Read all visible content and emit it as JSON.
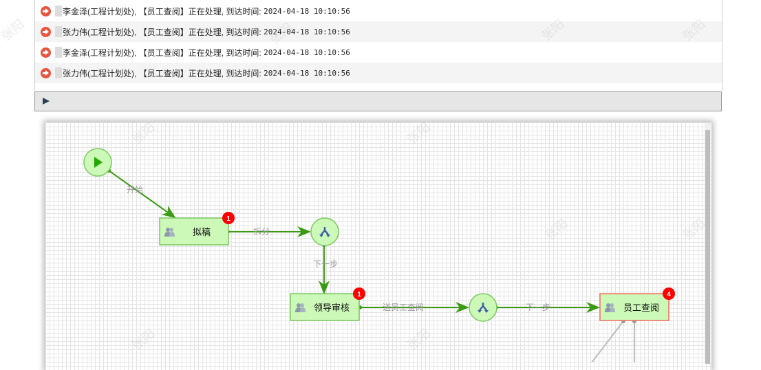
{
  "watermark": "张阳",
  "messages": [
    {
      "name": "李金泽",
      "dept": "(工程计划处),",
      "step": "【员工查阅】",
      "status": "正在处理,",
      "arrive_label": "到达时间:",
      "time": "2024-04-18 10:10:56"
    },
    {
      "name": "张力伟",
      "dept": "(工程计划处),",
      "step": "【员工查阅】",
      "status": "正在处理,",
      "arrive_label": "到达时间:",
      "time": "2024-04-18 10:10:56"
    },
    {
      "name": "李金泽",
      "dept": "(工程计划处),",
      "step": "【员工查阅】",
      "status": "正在处理,",
      "arrive_label": "到达时间:",
      "time": "2024-04-18 10:10:56"
    },
    {
      "name": "张力伟",
      "dept": "(工程计划处),",
      "step": "【员工查阅】",
      "status": "正在处理,",
      "arrive_label": "到达时间:",
      "time": "2024-04-18 10:10:56"
    }
  ],
  "flow": {
    "nodes": {
      "draft": "拟稿",
      "leader": "领导审核",
      "staff": "员工查阅"
    },
    "badges": {
      "draft": "1",
      "leader": "1",
      "staff": "4"
    },
    "edges": {
      "start": "开始",
      "split": "拆分",
      "next1": "下一步",
      "send": "送员工查阅",
      "next2": "下一步"
    },
    "colors": {
      "done": "#3a9a12",
      "node_fill": "#ccf8b8",
      "active_border": "#f07060",
      "badge": "#ff0000"
    }
  }
}
